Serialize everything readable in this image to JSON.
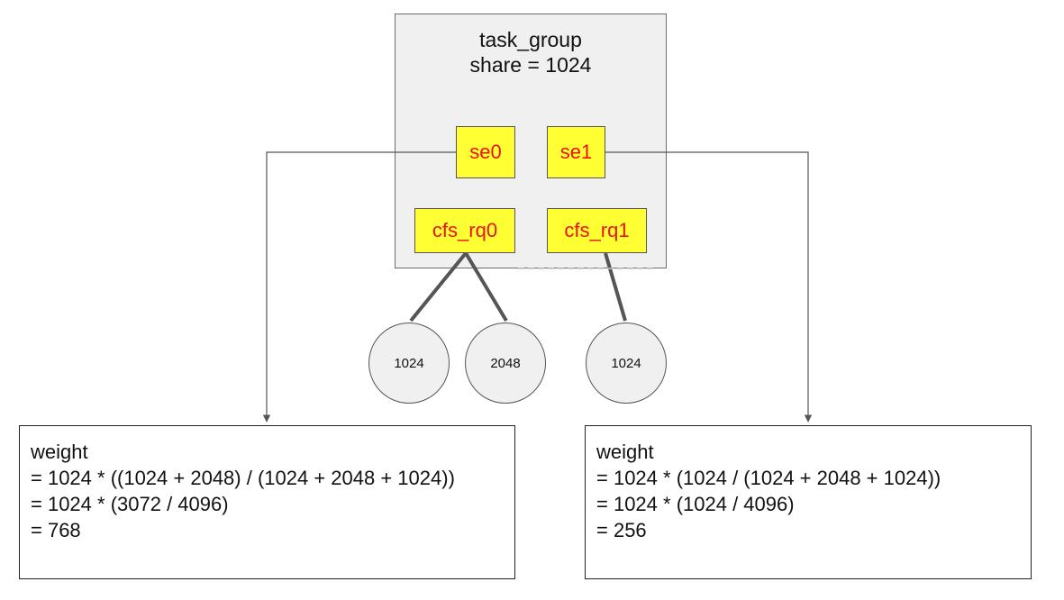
{
  "task_group": {
    "title": "task_group",
    "share": "share = 1024"
  },
  "entities": {
    "se0": "se0",
    "se1": "se1",
    "cfs_rq0": "cfs_rq0",
    "cfs_rq1": "cfs_rq1"
  },
  "tasks": [
    "1024",
    "2048",
    "1024"
  ],
  "left_result": {
    "lines": [
      "weight",
      "= 1024 * ((1024 + 2048) / (1024 + 2048 + 1024))",
      "= 1024 * (3072 / 4096)",
      "= 768"
    ]
  },
  "right_result": {
    "lines": [
      "weight",
      "= 1024 * (1024 / (1024 + 2048 + 1024))",
      "= 1024 * (1024 / 4096)",
      "= 256"
    ]
  },
  "colors": {
    "node_fill": "#ffff33",
    "node_text": "#ee1111",
    "group_fill": "#f0f0f0"
  }
}
